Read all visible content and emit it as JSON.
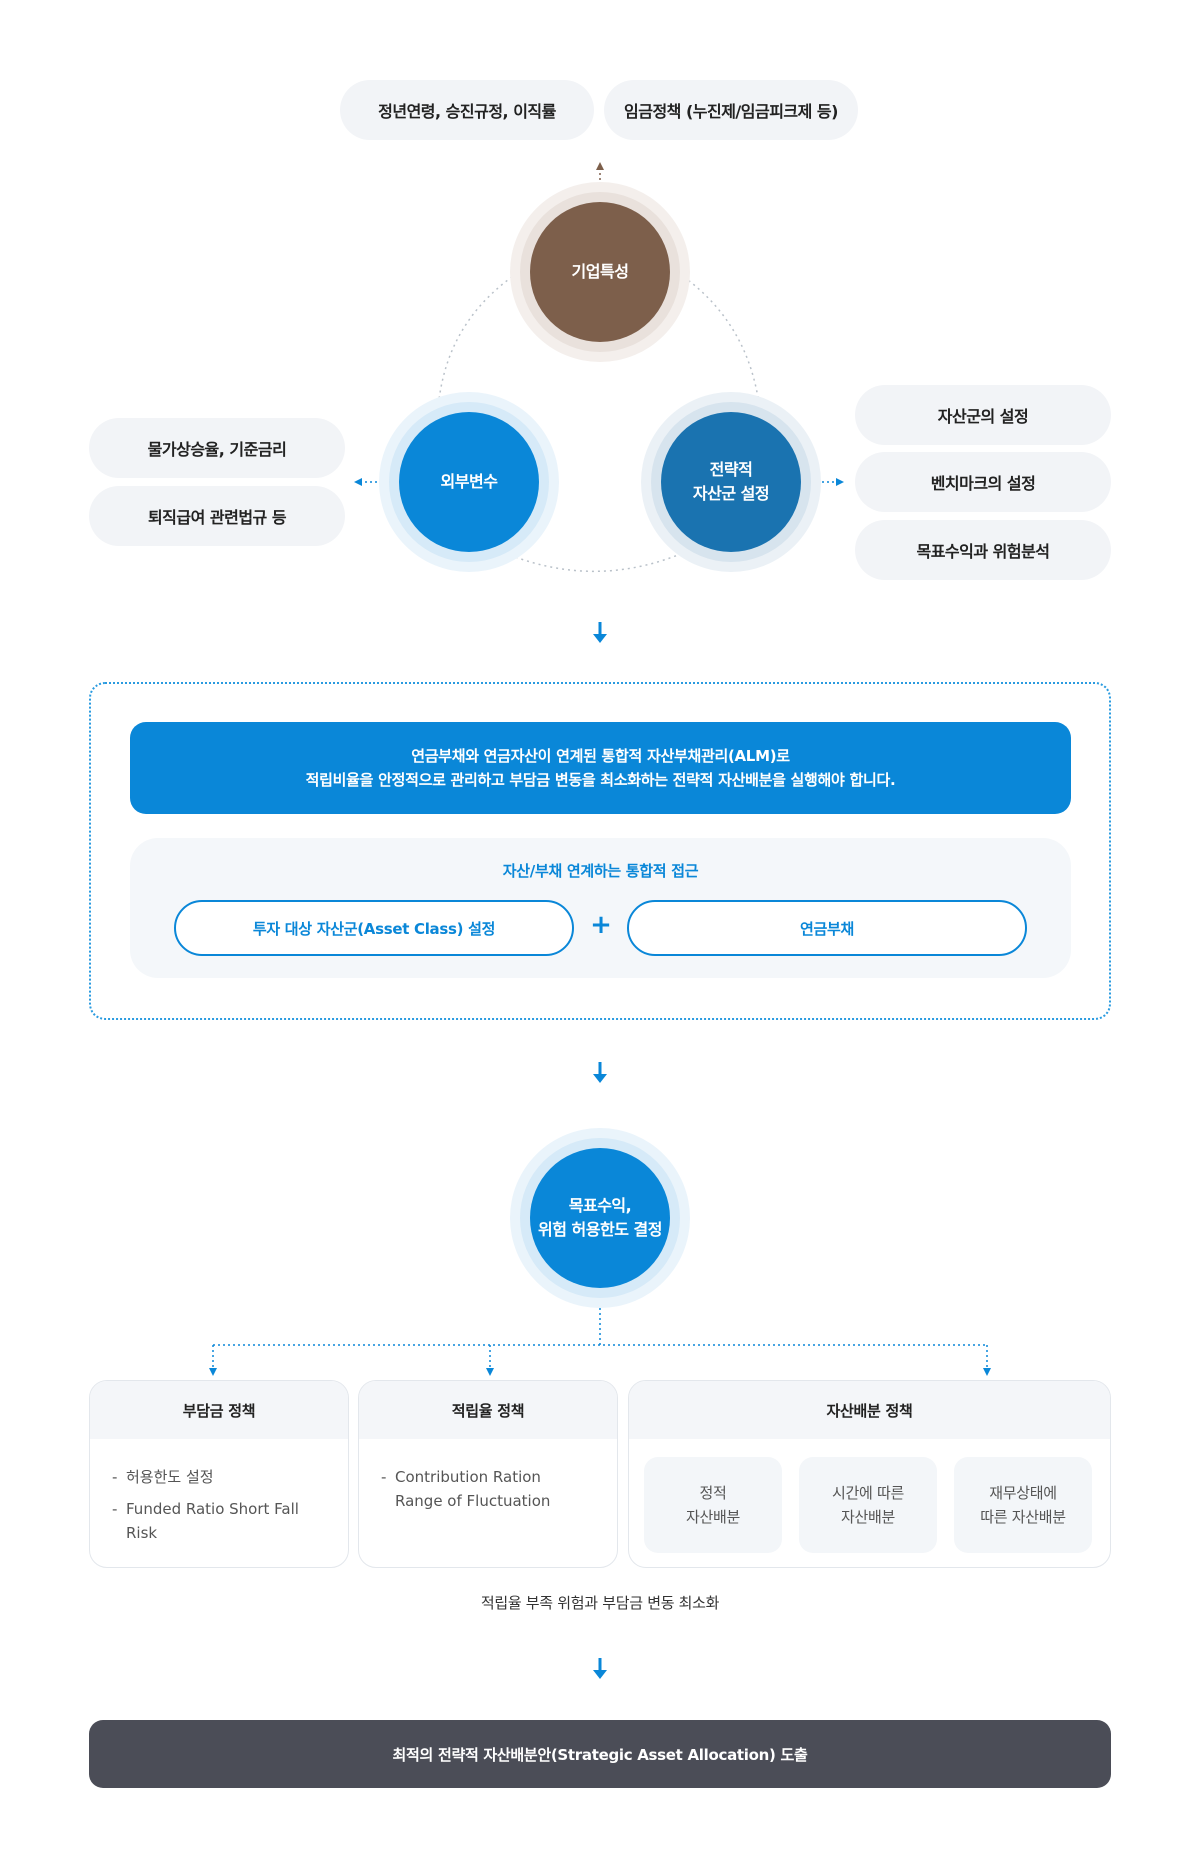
{
  "top_pills": [
    "정년연령, 승진규정, 이직률",
    "임금정책 (누진제/임금피크제 등)"
  ],
  "nodes": {
    "corporate": "기업특성",
    "external": "외부변수",
    "strategic_line1": "전략적",
    "strategic_line2": "자산군 설정"
  },
  "left_pills": [
    "물가상승율, 기준금리",
    "퇴직급여 관련법규 등"
  ],
  "right_pills": [
    "자산군의 설정",
    "벤치마크의 설정",
    "목표수익과 위험분석"
  ],
  "banner": {
    "line1": "연금부채와 연금자산이 연계된 통합적 자산부채관리(ALM)로",
    "line2": "적립비율을 안정적으로 관리하고 부담금 변동을 최소화하는 전략적 자산배분을 실행해야 합니다."
  },
  "approach": {
    "title": "자산/부채 연계하는 통합적 접근",
    "left": "투자 대상 자산군(Asset Class) 설정",
    "plus": "+",
    "right": "연금부채"
  },
  "decision": {
    "line1": "목표수익,",
    "line2": "위험 허용한도 결정"
  },
  "cards": {
    "contribution": {
      "title": "부담금 정책",
      "items": [
        "허용한도 설정",
        "Funded Ratio Short Fall Risk"
      ]
    },
    "funding": {
      "title": "적립율 정책",
      "items": [
        "Contribution Ration Range of Fluctuation"
      ]
    },
    "allocation": {
      "title": "자산배분 정책",
      "subs": [
        {
          "line1": "정적",
          "line2": "자산배분"
        },
        {
          "line1": "시간에 따른",
          "line2": "자산배분"
        },
        {
          "line1": "재무상태에",
          "line2": "따른 자산배분"
        }
      ]
    }
  },
  "caption": "적립율 부족 위험과 부담금 변동 최소화",
  "final": "최적의 전략적 자산배분안(Strategic Asset Allocation) 도출",
  "colors": {
    "brown": "#7d5f4b",
    "blue": "#0a87d8",
    "teal": "#1a73b0",
    "dark": "#4b4d57",
    "pill_bg": "#f2f4f7"
  }
}
